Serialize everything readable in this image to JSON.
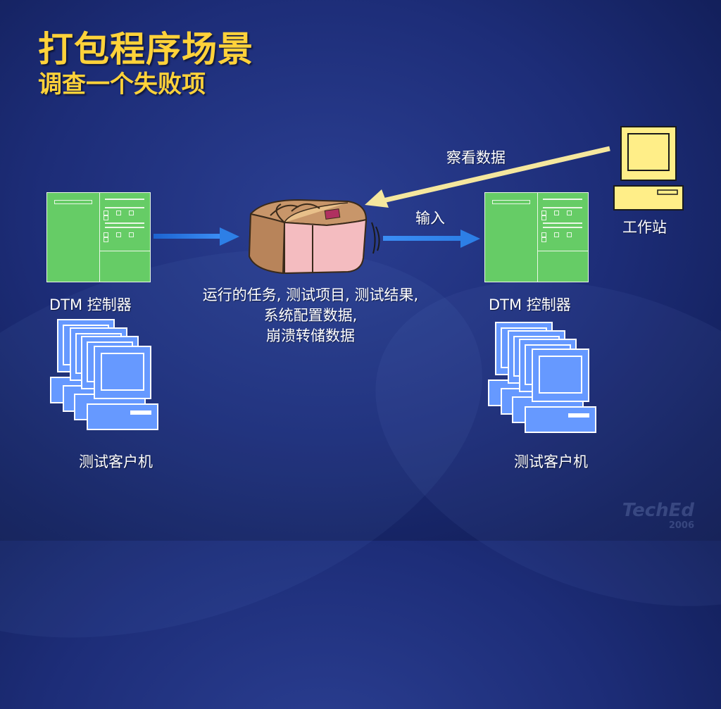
{
  "slide": {
    "title": "打包程序场景",
    "subtitle": "调查一个失败项"
  },
  "left": {
    "controller_label": "DTM 控制器",
    "clients_label": "测试客户机"
  },
  "right": {
    "controller_label": "DTM 控制器",
    "clients_label": "测试客户机"
  },
  "package": {
    "lines": [
      "运行的任务, 测试项目, 测试结果,",
      "系统配置数据,",
      "崩溃转储数据"
    ]
  },
  "arrows": {
    "input_label": "输入",
    "view_data_label": "察看数据"
  },
  "workstation": {
    "label": "工作站"
  },
  "colors": {
    "title": "#ffd23a",
    "controller": "#66cc66",
    "client": "#6699ff",
    "workstation": "#ffee88",
    "arrow_blue": "#2d7fe6",
    "arrow_yellow": "#f5e79e"
  },
  "icons": [
    "controller-icon",
    "client-computers-icon",
    "package-icon",
    "workstation-icon",
    "arrow-icon"
  ]
}
